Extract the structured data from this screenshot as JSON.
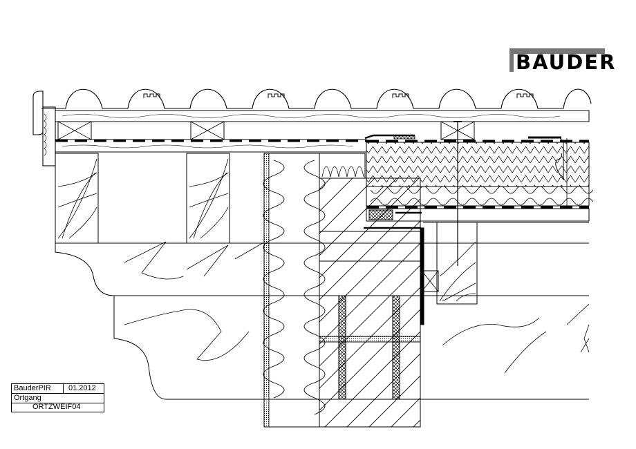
{
  "logo": {
    "text": "BAUDER"
  },
  "title_block": {
    "product": "BauderPIR",
    "date": "01.2012",
    "subject": "Ortgang",
    "drawing_id": "ORTZWEIF04"
  }
}
